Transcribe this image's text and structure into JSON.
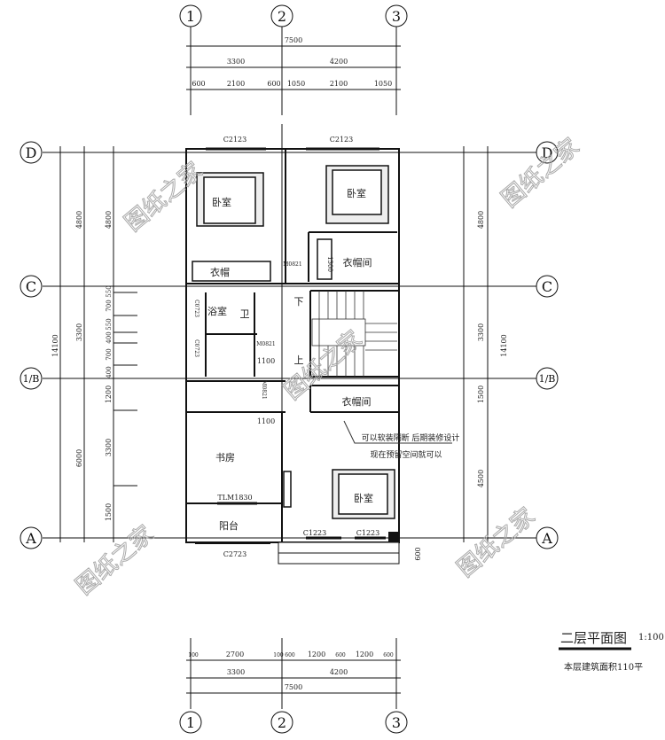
{
  "axes": {
    "a1": "1",
    "a2": "2",
    "a3": "3",
    "D": "D",
    "C": "C",
    "B": "1/B",
    "A": "A"
  },
  "dims_top": {
    "overall": "7500",
    "mid": [
      "3300",
      "4200"
    ],
    "detail": [
      "600",
      "2100",
      "600",
      "1050",
      "2100",
      "1050"
    ]
  },
  "dims_bottom": {
    "detail": [
      "100",
      "2700",
      "100",
      "600",
      "1200",
      "600",
      "1200",
      "600"
    ],
    "mid": [
      "3300",
      "4200"
    ],
    "overall": "7500"
  },
  "dims_left": {
    "overall": "14100",
    "mid": [
      "4800",
      "3300",
      "6000"
    ],
    "detail": [
      "4800",
      "550",
      "700",
      "550",
      "400",
      "700",
      "400",
      "1200",
      "3300",
      "1500"
    ]
  },
  "dims_right": {
    "inner": [
      "4800",
      "3300",
      "1500",
      "4500"
    ],
    "overall": "14100"
  },
  "rooms": {
    "bedroom_nw": "卧室",
    "bedroom_ne": "卧室",
    "bedroom_s": "卧室",
    "closet": "衣帽",
    "walkin_n": "衣帽间",
    "walkin_s": "衣帽间",
    "bath": "浴室",
    "wc": "卫",
    "study": "书房",
    "balcony": "阳台"
  },
  "labels": {
    "win_nw": "C2123",
    "win_ne": "C2123",
    "door_m0821": "M0821",
    "dim_1300": "1300",
    "win_c0723_a": "C0723",
    "win_c0723_b": "C0723",
    "door_m0821_b": "M0821",
    "door_m0821_c": "M0821",
    "dim_1100_a": "1100",
    "dim_1100_b": "1100",
    "down": "下",
    "up": "上",
    "tlm": "TLM1830",
    "win_c2723": "C2723",
    "win_c1223_a": "C1223",
    "win_c1223_b": "C1223",
    "dim_600": "600"
  },
  "note": [
    "可以软装隔断 后期装修设计",
    "现在预留空间就可以"
  ],
  "title": {
    "name": "二层平面图",
    "scale": "1:100",
    "area": "本层建筑面积110平"
  },
  "watermark": "图纸之家"
}
